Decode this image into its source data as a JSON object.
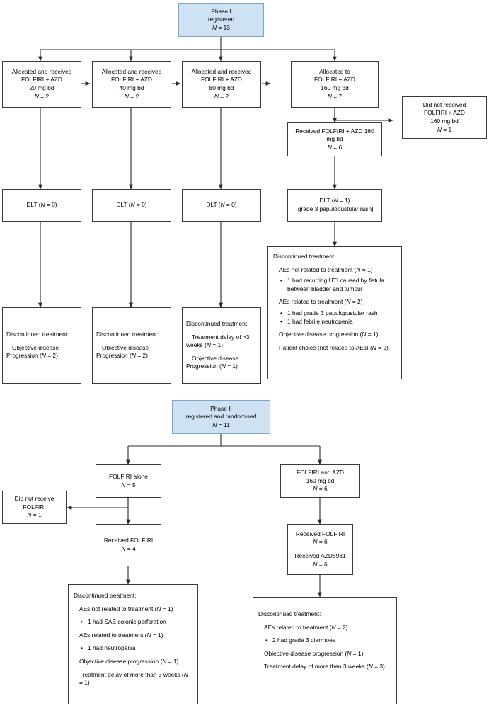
{
  "meta": {
    "type": "flowchart",
    "title": "CONSORT trial flow diagram: Phase I and Phase II",
    "box_fill_default": "#ffffff",
    "box_fill_highlight": "#cfe2f3",
    "border_color": "#3a3a3a",
    "text_color": "#000000"
  },
  "phase1": {
    "root": {
      "line1": "Phase I",
      "line2": "registered",
      "line3_prefix": "N",
      "line3_value": " = 13"
    },
    "allocation": [
      {
        "line1": "Allocated and received",
        "line2": "FOLFIRI + AZD",
        "line3": "20 mg bd",
        "n_prefix": "N",
        "n_value": " = 2"
      },
      {
        "line1": "Allocated and received",
        "line2": "FOLFIRI + AZD",
        "line3": "40 mg bd",
        "n_prefix": "N",
        "n_value": " = 2"
      },
      {
        "line1": "Allocated and received",
        "line2": "FOLFIRI + AZD",
        "line3": "80 mg bd",
        "n_prefix": "N",
        "n_value": " = 2"
      },
      {
        "line1": "Allocated to",
        "line2": "FOLFIRI + AZD",
        "line3": "160 mg bd",
        "n_prefix": "N",
        "n_value": " = 7"
      }
    ],
    "not_received": {
      "line1": "Did not received",
      "line2": "FOLFIRI + AZD",
      "line3": "160 mg bd",
      "n_prefix": "N",
      "n_value": " = 1"
    },
    "received160": {
      "line1": "Received FOLFIRI + AZD 160",
      "line2": "mg bd",
      "n_prefix": "N",
      "n_value": " = 6"
    },
    "dlt": [
      {
        "label": "DLT (",
        "n_prefix": "N",
        "n_value": " = 0)"
      },
      {
        "label": "DLT (",
        "n_prefix": "N",
        "n_value": " = 0)"
      },
      {
        "label": "DLT (",
        "n_prefix": "N",
        "n_value": " = 0)"
      }
    ],
    "dlt4": {
      "label": "DLT (",
      "n_prefix": "N",
      "n_value": " = 1)",
      "detail": "[grade 3 papulopustular rash]"
    },
    "disc1": {
      "heading": "Discontinued treatment:",
      "l1": "Objective disease",
      "l2_prefix": "Progression (",
      "l2_n": "N",
      "l2_suffix": " = 2)"
    },
    "disc2": {
      "heading": "Discontinued treatment:",
      "l1": "Objective disease",
      "l2_prefix": "Progression (",
      "l2_n": "N",
      "l2_suffix": " = 2)"
    },
    "disc3": {
      "heading": "Discontinued treatment:",
      "a1": "Treatment delay of >3",
      "a2_prefix": "weeks (",
      "a2_n": "N",
      "a2_suffix": " = 1)",
      "b1": "Objective disease",
      "b2_prefix": "Progression (",
      "b2_n": "N",
      "b2_suffix": " = 1)"
    },
    "disc4": {
      "heading": "Discontinued treatment:",
      "ae_not_prefix": "AEs not related to treatment (",
      "ae_not_n": "N",
      "ae_not_suffix": " = 1)",
      "ae_not_bullets": [
        "1 had recurring UTI caused by fistula between bladder and tumour"
      ],
      "ae_rel_prefix": "AEs related to treatment (",
      "ae_rel_n": "N",
      "ae_rel_suffix": " = 2)",
      "ae_rel_bullets": [
        "1 had grade 3 papulopustular rash",
        "1 had febrile neutropenia"
      ],
      "prog_prefix": "Objective disease progression (",
      "prog_n": "N",
      "prog_suffix": " = 1)",
      "choice_prefix": "Patient choice (not related to AEs) (",
      "choice_n": "N",
      "choice_suffix": " = 2)"
    }
  },
  "phase2": {
    "root": {
      "line1": "Phase II",
      "line2": "registered and randomised",
      "line3_prefix": "N",
      "line3_value": " = 11"
    },
    "arm_left": {
      "line1": "FOLFIRI alone",
      "n_prefix": "N",
      "n_value": " = 5"
    },
    "arm_right": {
      "line1": "FOLFIRI and AZD",
      "line2": "160 mg bd",
      "n_prefix": "N",
      "n_value": " = 6"
    },
    "not_received": {
      "line1": "Did not receive",
      "line2": "FOLFIRI",
      "n_prefix": "N",
      "n_value": " = 1"
    },
    "received_left": {
      "line1": "Received FOLFIRI",
      "n_prefix": "N",
      "n_value": " = 4"
    },
    "received_right": {
      "line1": "Received FOLFIRI",
      "n1_prefix": "N",
      "n1_value": " = 6",
      "line2": "Received AZD8931",
      "n2_prefix": "N",
      "n2_value": " = 6"
    },
    "disc_left": {
      "heading": "Discontinued treatment:",
      "ae_not_prefix": "AEs not related to treatment (",
      "ae_not_n": "N",
      "ae_not_suffix": " = 1)",
      "ae_not_bullets": [
        "1 had SAE colonic perforation"
      ],
      "ae_rel_prefix": "AEs related to treatment (",
      "ae_rel_n": "N",
      "ae_rel_suffix": " = 1)",
      "ae_rel_bullets": [
        "1 had neutropenia"
      ],
      "prog_prefix": "Objective disease progression (",
      "prog_n": "N",
      "prog_suffix": " = 1)",
      "delay_prefix": "Treatment delay of more than 3 weeks (",
      "delay_n": "N",
      "delay_suffix": " = 1)"
    },
    "disc_right": {
      "heading": "Discontinued treatment:",
      "ae_rel_prefix": "AEs related to treatment (",
      "ae_rel_n": "N",
      "ae_rel_suffix": " = 2)",
      "ae_rel_bullets": [
        "2 had grade 3 diarrhoea"
      ],
      "prog_prefix": "Objective disease progression (",
      "prog_n": "N",
      "prog_suffix": " = 1)",
      "delay_prefix": "Treatment delay of more than 3 weeks (",
      "delay_n": "N",
      "delay_suffix": " = 3)"
    }
  }
}
